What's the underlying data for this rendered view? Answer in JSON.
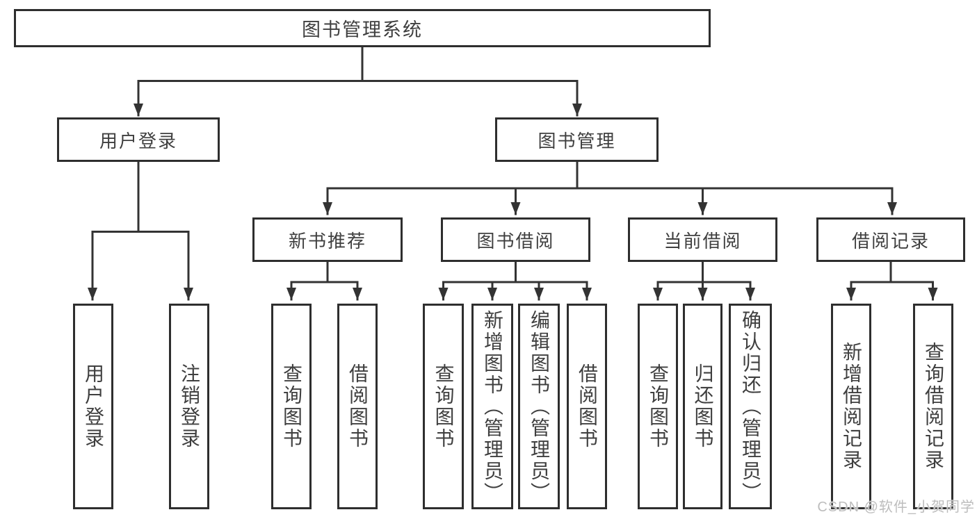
{
  "tree": {
    "root": {
      "label": "图书管理系统"
    },
    "level1": [
      {
        "label": "用户登录",
        "leaves": [
          {
            "label": "用户登录"
          },
          {
            "label": "注销登录"
          }
        ]
      },
      {
        "label": "图书管理",
        "groups": [
          {
            "label": "新书推荐",
            "leaves": [
              {
                "label": "查询图书"
              },
              {
                "label": "借阅图书"
              }
            ]
          },
          {
            "label": "图书借阅",
            "leaves": [
              {
                "label": "查询图书"
              },
              {
                "label": "新增图书（管理员）"
              },
              {
                "label": "编辑图书（管理员）"
              },
              {
                "label": "借阅图书"
              }
            ]
          },
          {
            "label": "当前借阅",
            "leaves": [
              {
                "label": "查询图书"
              },
              {
                "label": "归还图书"
              },
              {
                "label": "确认归还（管理员）"
              }
            ]
          },
          {
            "label": "借阅记录",
            "leaves": [
              {
                "label": "新增借阅记录"
              },
              {
                "label": "查询借阅记录"
              }
            ]
          }
        ]
      }
    ]
  },
  "watermark": {
    "text": "CSDN @软件_小贺同学"
  },
  "colors": {
    "background": "#ffffff",
    "border": "#2e2e2e",
    "line": "#333333",
    "text": "#3f3f3f",
    "watermark": "#bdbdbd"
  }
}
